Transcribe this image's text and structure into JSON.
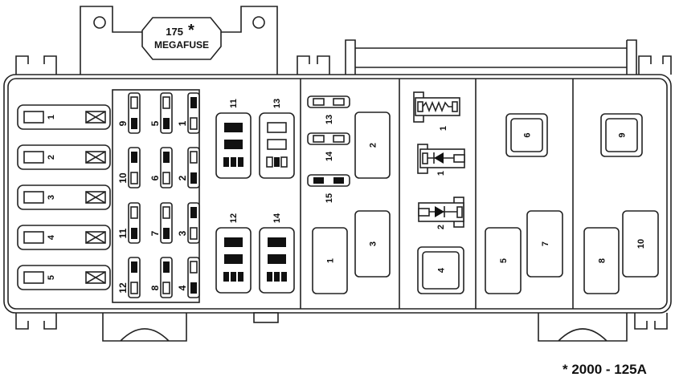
{
  "megafuse": {
    "rating": "175",
    "asterisk": "*",
    "name": "MEGAFUSE"
  },
  "footnote": "* 2000 - 125A",
  "maxi_fuses": [
    "1",
    "2",
    "3",
    "4",
    "5"
  ],
  "mini_fuses": [
    {
      "label": "9",
      "fill": "bottom"
    },
    {
      "label": "5",
      "fill": "bottom"
    },
    {
      "label": "1",
      "fill": "top"
    },
    {
      "label": "10",
      "fill": "top"
    },
    {
      "label": "6",
      "fill": "top"
    },
    {
      "label": "2",
      "fill": "bottom"
    },
    {
      "label": "11",
      "fill": "bottom"
    },
    {
      "label": "7",
      "fill": "bottom"
    },
    {
      "label": "3",
      "fill": "top"
    },
    {
      "label": "12",
      "fill": "top"
    },
    {
      "label": "8",
      "fill": "top"
    },
    {
      "label": "4",
      "fill": "bottom"
    }
  ],
  "relays_left": {
    "r11": "11",
    "r13": "13",
    "r12": "12",
    "r14": "14"
  },
  "small_fuses": {
    "f13": "13",
    "f14": "14",
    "f15": "15"
  },
  "relays_mid": {
    "r1": "1",
    "r2": "2",
    "r3": "3"
  },
  "components": {
    "resistor": "1",
    "diode1": "1",
    "diode2": "2",
    "relay4": "4"
  },
  "relays_right": {
    "r6": "6",
    "r5": "5",
    "r7": "7",
    "r9": "9",
    "r8": "8",
    "r10": "10"
  }
}
